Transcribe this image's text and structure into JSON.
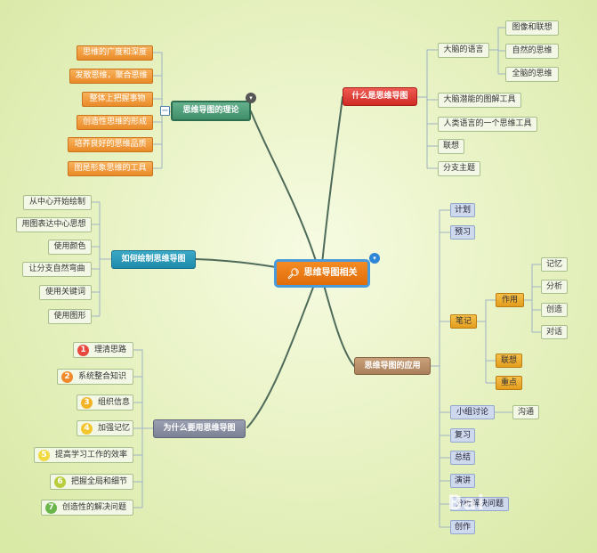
{
  "center": "思维导图相关",
  "topics": {
    "what": "什么是思维导图",
    "theory": "思维导图的理论",
    "how": "如何绘制思维导图",
    "apply": "思维导图的应用",
    "why": "为什么要用思维导图"
  },
  "what_children": {
    "brain_language": "大脑的语言",
    "brain_language_sub": [
      "图像和联想",
      "自然的思维",
      "全脑的思维"
    ],
    "items": [
      "大脑潜能的图解工具",
      "人类语言的一个思维工具",
      "联想",
      "分支主题"
    ]
  },
  "theory_children": [
    "思维的广度和深度",
    "发散思维，聚合思维",
    "整体上把握事物",
    "创造性思维的形成",
    "培养良好的思维品质",
    "图是形象思维的工具"
  ],
  "how_children": [
    "从中心开始绘制",
    "用图表达中心思想",
    "使用颜色",
    "让分支自然弯曲",
    "使用关键词",
    "使用图形"
  ],
  "why_children": [
    {
      "n": "1",
      "text": "理清思路",
      "color": "#e8493f"
    },
    {
      "n": "2",
      "text": "系统整合知识",
      "color": "#f08a2a"
    },
    {
      "n": "3",
      "text": "组织信息",
      "color": "#f2b325"
    },
    {
      "n": "4",
      "text": "加强记忆",
      "color": "#f2c62c"
    },
    {
      "n": "5",
      "text": "提高学习工作的效率",
      "color": "#f1d940"
    },
    {
      "n": "6",
      "text": "把握全局和细节",
      "color": "#b7cd3a"
    },
    {
      "n": "7",
      "text": "创造性的解决问题",
      "color": "#6bb64a"
    }
  ],
  "apply_children": {
    "plan": "计划",
    "preview": "预习",
    "notes": "笔记",
    "notes_use": "作用",
    "notes_use_sub": [
      "记忆",
      "分析",
      "创造",
      "对话"
    ],
    "notes_assoc": "联想",
    "notes_key": "重点",
    "group": "小组讨论",
    "group_sub": "沟通",
    "review": "复习",
    "summary": "总结",
    "speech": "演讲",
    "analysis": "分析解决问题",
    "create": "创作"
  },
  "badge_minus": "−",
  "watermark": "Bai"
}
